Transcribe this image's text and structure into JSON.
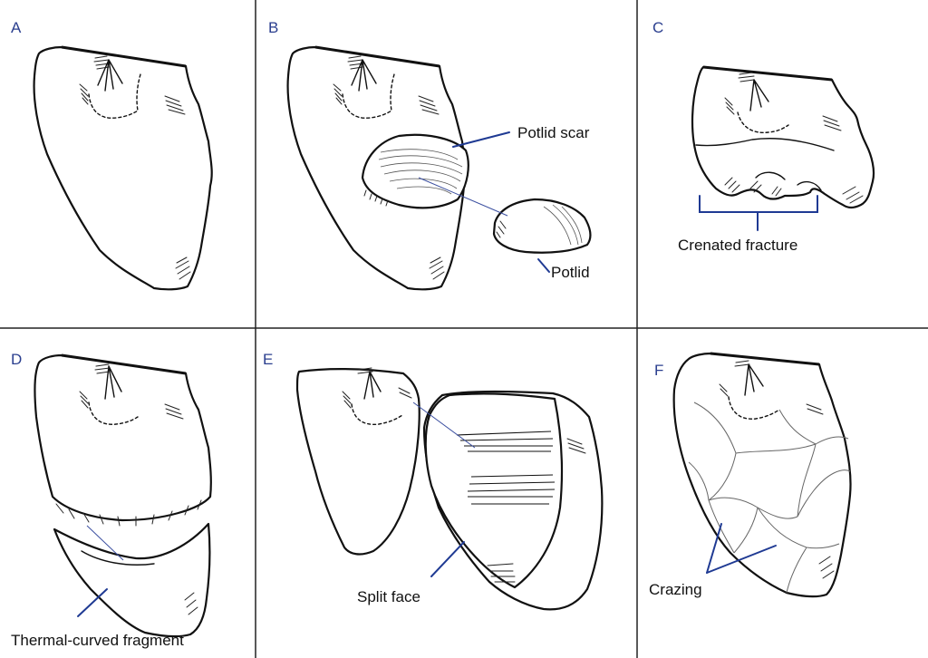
{
  "panels": [
    {
      "letter": "A"
    },
    {
      "letter": "B",
      "labels": {
        "potlid_scar": "Potlid scar",
        "potlid": "Potlid"
      }
    },
    {
      "letter": "C",
      "labels": {
        "crenated_fracture": "Crenated fracture"
      }
    },
    {
      "letter": "D",
      "labels": {
        "thermal_curved_fragment": "Thermal-curved fragment"
      }
    },
    {
      "letter": "E",
      "labels": {
        "split_face": "Split face"
      }
    },
    {
      "letter": "F",
      "labels": {
        "crazing": "Crazing"
      }
    }
  ],
  "colors": {
    "letters": "#2b3f8f",
    "leaders": "#1f3a93",
    "outline": "#111111",
    "grid": "#222222"
  }
}
